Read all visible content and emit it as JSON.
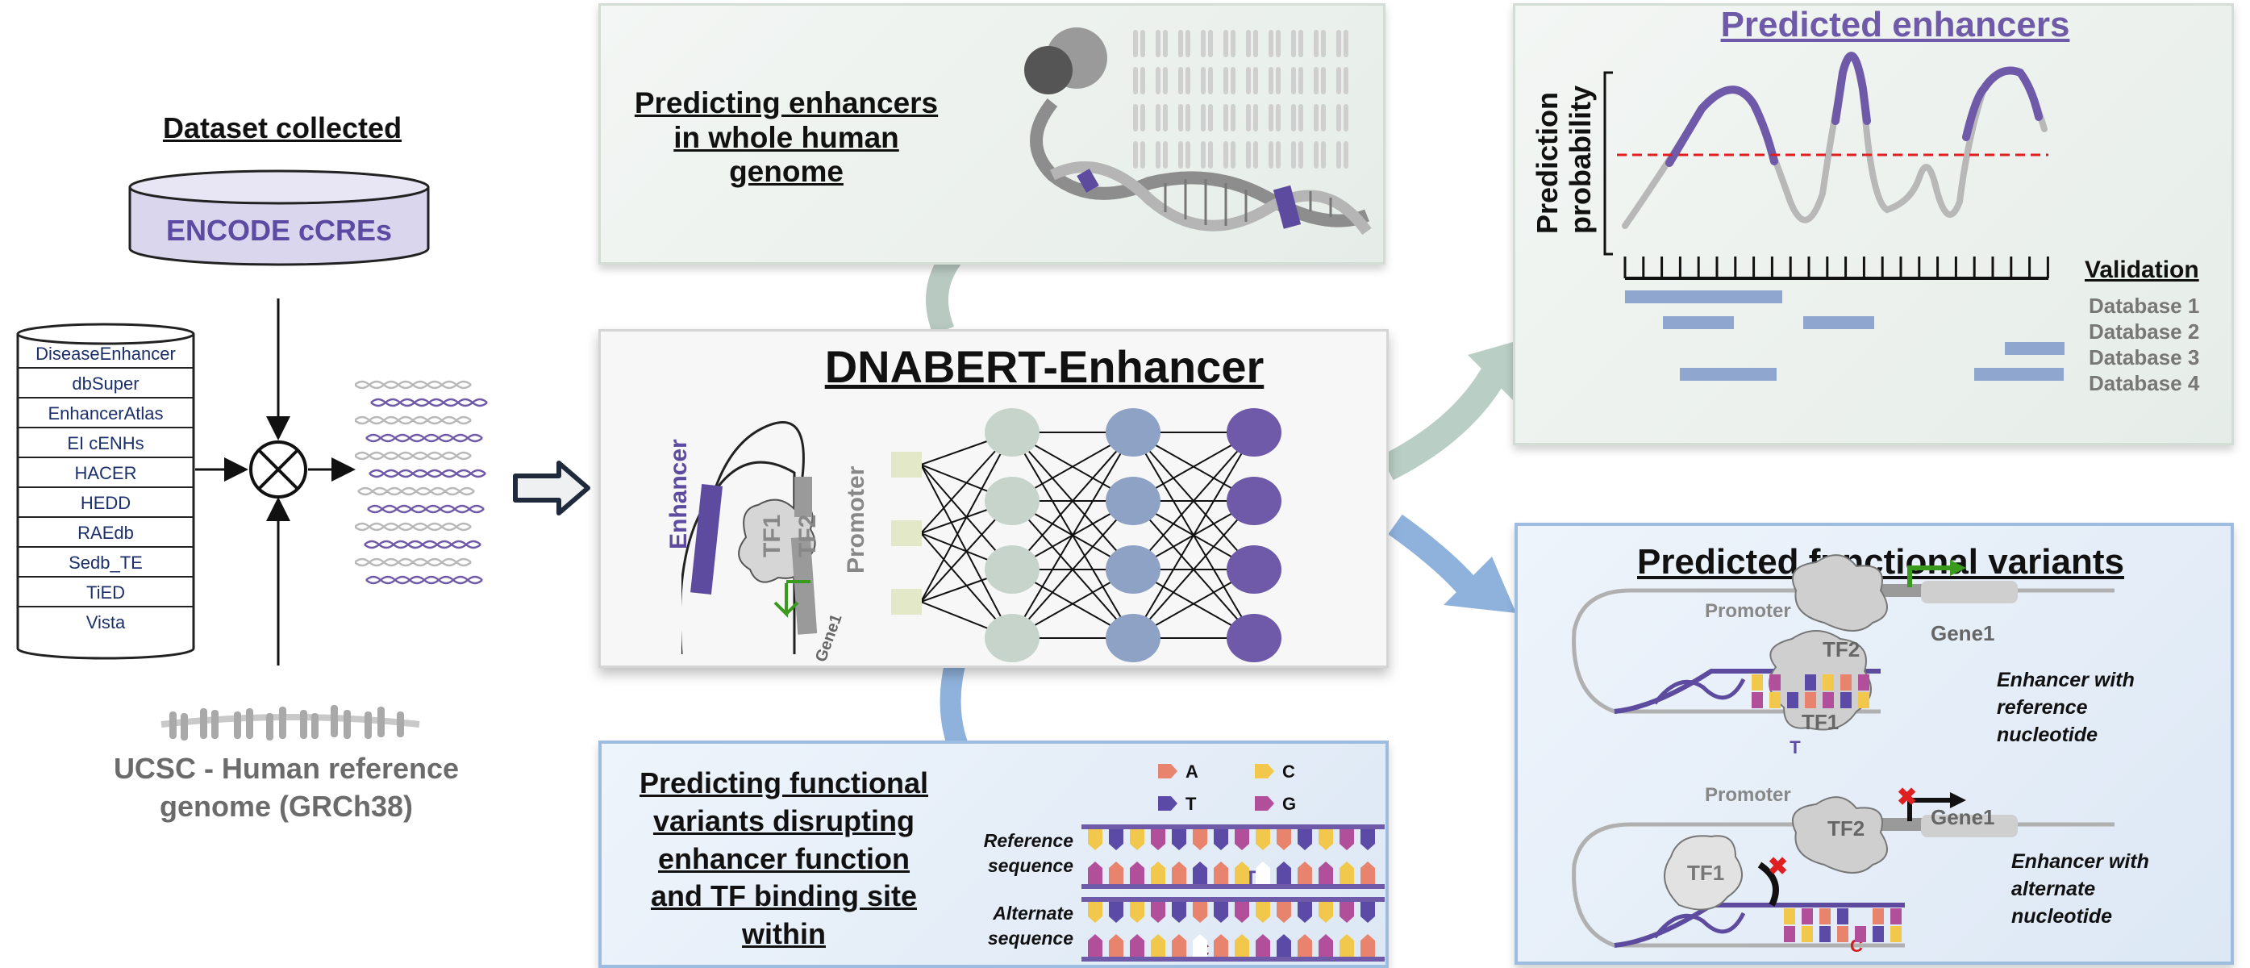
{
  "left": {
    "dataset_title": "Dataset collected",
    "encode_label": "ENCODE cCREs",
    "databases": [
      "DiseaseEnhancer",
      "dbSuper",
      "EnhancerAtlas",
      "EI cENHs",
      "HACER",
      "HEDD",
      "RAEdb",
      "Sedb_TE",
      "TiED",
      "Vista"
    ],
    "ucsc_label_line1": "UCSC - Human reference",
    "ucsc_label_line2": "genome (GRCh38)"
  },
  "whole_genome": {
    "title_line1": "Predicting enhancers",
    "title_line2": "in whole human",
    "title_line3": "genome"
  },
  "model": {
    "title": "DNABERT-Enhancer",
    "enhancer": "Enhancer",
    "promoter": "Promoter",
    "tf1": "TF1",
    "tf2": "TF2",
    "gene": "Gene1"
  },
  "variants_task": {
    "title_line1": "Predicting functional",
    "title_line2": "variants disrupting",
    "title_line3": "enhancer function",
    "title_line4": "and TF binding site",
    "title_line5": "within",
    "reference_line1": "Reference",
    "reference_line2": "sequence",
    "alternate_line1": "Alternate",
    "alternate_line2": "sequence",
    "legend": [
      {
        "base": "A",
        "color": "#e8836d"
      },
      {
        "base": "C",
        "color": "#f1c84b"
      },
      {
        "base": "T",
        "color": "#5b4aa6"
      },
      {
        "base": "G",
        "color": "#b14f9b"
      }
    ],
    "ref_base": "T",
    "alt_base": "C"
  },
  "predicted_enhancers": {
    "title": "Predicted enhancers",
    "ylabel_line1": "Prediction",
    "ylabel_line2": "probability",
    "validation_title": "Validation",
    "databases": [
      "Database 1",
      "Database 2",
      "Database 3",
      "Database 4"
    ],
    "colors": {
      "enhancer": "#6e5aa8",
      "background": "#b8b8b8",
      "threshold": "#e02020",
      "bar": "#8fa7cf"
    }
  },
  "functional_variants": {
    "title": "Predicted functional variants",
    "promoter": "Promoter",
    "tf1": "TF1",
    "tf2": "TF2",
    "gene": "Gene1",
    "ref_line1": "Enhancer with",
    "ref_line2": "reference",
    "ref_line3": "nucleotide",
    "alt_line1": "Enhancer with",
    "alt_line2": "alternate",
    "alt_line3": "nucleotide",
    "ref_base": "T",
    "alt_base": "C"
  }
}
